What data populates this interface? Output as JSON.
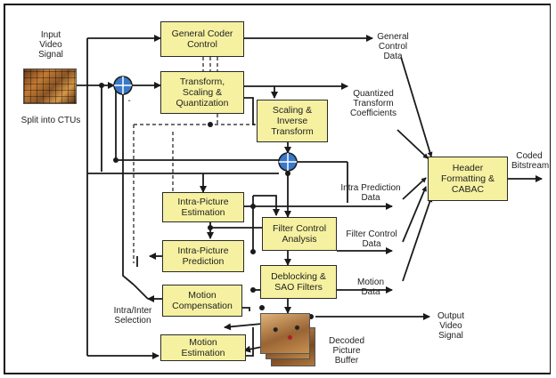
{
  "blocks": {
    "general_coder_control": [
      "General Coder",
      "Control"
    ],
    "transform": [
      "Transform,",
      "Scaling &",
      "Quantization"
    ],
    "scaling_inverse": [
      "Scaling &",
      "Inverse",
      "Transform"
    ],
    "intra_estimation": [
      "Intra-Picture",
      "Estimation"
    ],
    "intra_prediction": [
      "Intra-Picture",
      "Prediction"
    ],
    "filter_control": [
      "Filter Control",
      "Analysis"
    ],
    "deblocking": [
      "Deblocking &",
      "SAO Filters"
    ],
    "motion_compensation": [
      "Motion",
      "Compensation"
    ],
    "motion_estimation": [
      "Motion",
      "Estimation"
    ],
    "header_formatting": [
      "Header",
      "Formatting &",
      "CABAC"
    ]
  },
  "labels": {
    "input_video": [
      "Input",
      "Video",
      "Signal"
    ],
    "split_ctus": "Split into CTUs",
    "minus_sign": "-",
    "general_control_data": [
      "General",
      "Control",
      "Data"
    ],
    "quantized_coeffs": [
      "Quantized",
      "Transform",
      "Coefficients"
    ],
    "coded_bitstream": [
      "Coded",
      "Bitstream"
    ],
    "intra_prediction_data": [
      "Intra Prediction",
      "Data"
    ],
    "filter_control_data": [
      "Filter Control",
      "Data"
    ],
    "motion_data": [
      "Motion",
      "Data"
    ],
    "intra_inter_selection": [
      "Intra/Inter",
      "Selection"
    ],
    "output_video": [
      "Output",
      "Video",
      "Signal"
    ],
    "decoded_picture_buffer": [
      "Decoded",
      "Picture",
      "Buffer"
    ]
  },
  "colors": {
    "block_fill": "#f6f1a0",
    "adder_fill": "#3a78c9",
    "line": "#1a1a1a"
  }
}
